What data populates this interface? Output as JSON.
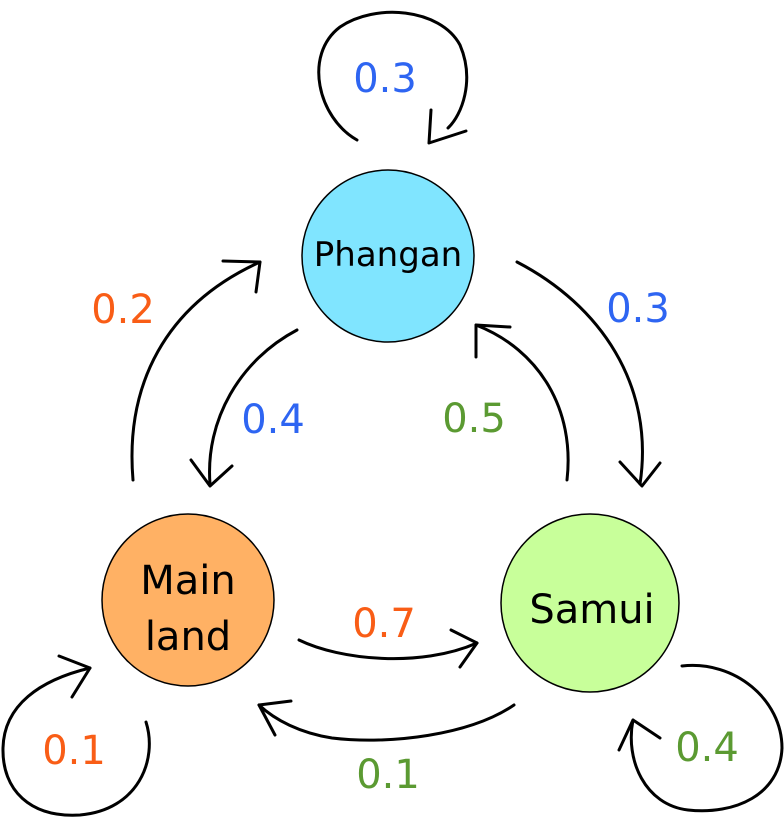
{
  "nodes": {
    "phangan": {
      "label": "Phangan",
      "color": "#80e5ff"
    },
    "mainland": {
      "line1": "Main",
      "line2": "land",
      "color": "#ffb164"
    },
    "samui": {
      "label": "Samui",
      "color": "#c8ff9a"
    }
  },
  "edges": {
    "phangan_self": "0.3",
    "phangan_to_samui": "0.3",
    "phangan_to_mainland": "0.4",
    "mainland_to_phangan": "0.2",
    "mainland_self": "0.1",
    "mainland_to_samui": "0.7",
    "samui_to_phangan": "0.5",
    "samui_to_mainland": "0.1",
    "samui_self": "0.4"
  },
  "colors": {
    "phangan_probability": "#2e65f2",
    "mainland_probability": "#f95d16",
    "samui_probability": "#5b9a32"
  }
}
